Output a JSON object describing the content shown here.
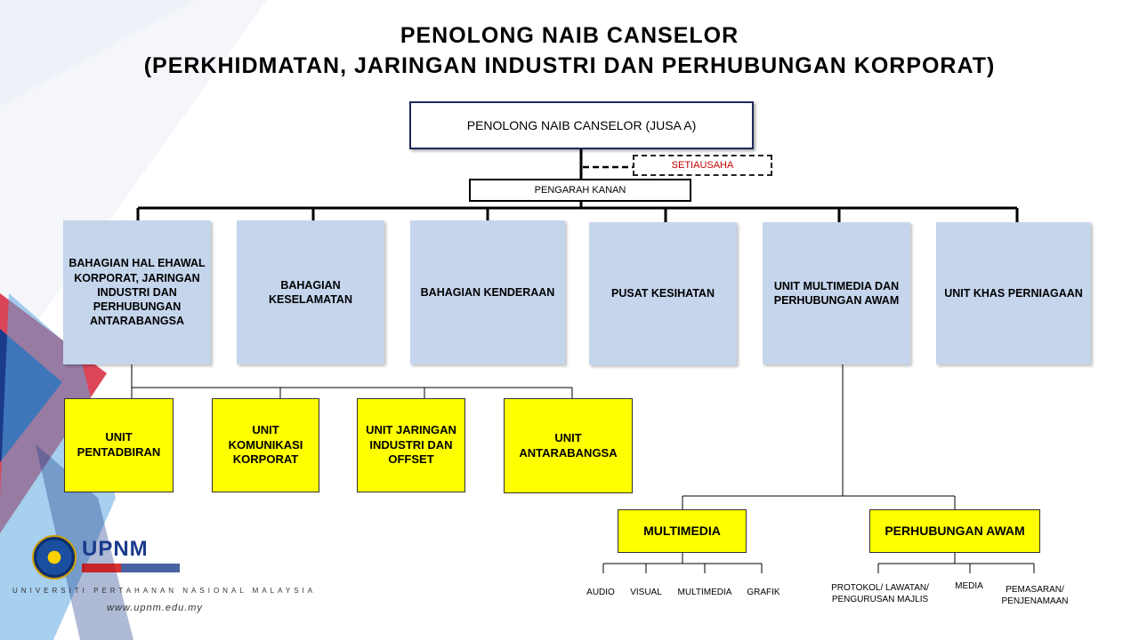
{
  "title": {
    "line1": "PENOLONG NAIB CANSELOR",
    "line2": "(PERKHIDMATAN,  JARINGAN INDUSTRI DAN PERHUBUNGAN  KORPORAT)"
  },
  "top": "PENOLONG NAIB CANSELOR (JUSA A)",
  "secretary": "SETIAUSAHA",
  "director": "PENGARAH KANAN",
  "divisions": [
    "BAHAGIAN HAL EHAWAL KORPORAT, JARINGAN INDUSTRI DAN PERHUBUNGAN ANTARABANGSA",
    "BAHAGIAN KESELAMATAN",
    "BAHAGIAN KENDERAAN",
    "PUSAT KESIHATAN",
    "UNIT MULTIMEDIA DAN PERHUBUNGAN AWAM",
    "UNIT KHAS PERNIAGAAN"
  ],
  "units": [
    "UNIT PENTADBIRAN",
    "UNIT KOMUNIKASI KORPORAT",
    "UNIT JARINGAN INDUSTRI DAN OFFSET",
    "UNIT ANTARABANGSA"
  ],
  "multimedia": {
    "label": "MULTIMEDIA",
    "items": [
      "AUDIO",
      "VISUAL",
      "MULTIMEDIA",
      "GRAFIK"
    ]
  },
  "pr": {
    "label": "PERHUBUNGAN AWAM",
    "items": [
      "PROTOKOL/ LAWATAN/ PENGURUSAN MAJLIS",
      "MEDIA",
      "PEMASARAN/ PENJENAMAAN"
    ]
  },
  "logo": {
    "abbr": "UPNM",
    "name": "UNIVERSITI PERTAHANAN NASIONAL MALAYSIA",
    "website": "www.upnm.edu.my"
  },
  "colors": {
    "division_fill": "#c5d5ec",
    "unit_fill": "#ffff00",
    "secretary_text": "#c00000",
    "top_border": "#1f2a5a"
  }
}
